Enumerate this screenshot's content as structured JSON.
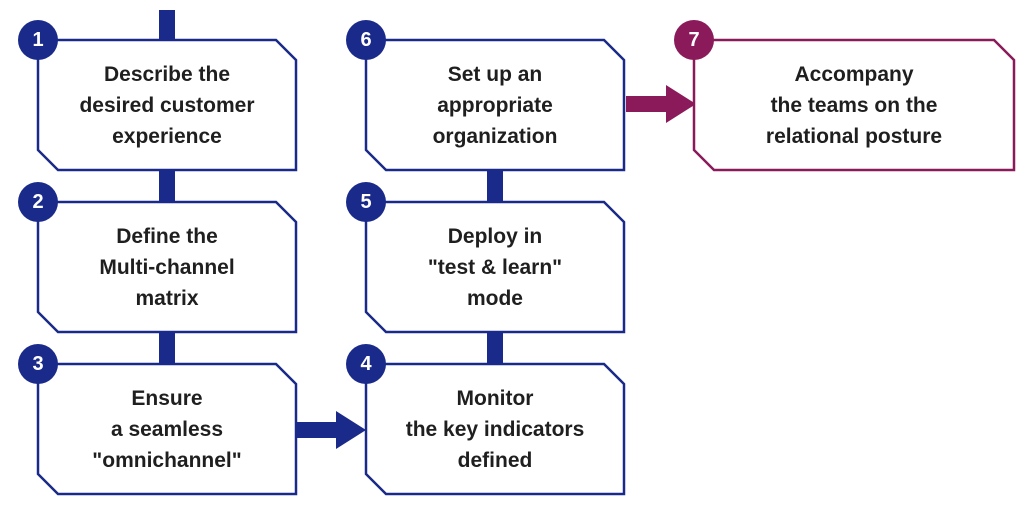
{
  "colors": {
    "primary": "#1a2a8a",
    "accent": "#8b1a5a",
    "text": "#1f1f1f"
  },
  "steps": [
    {
      "number": "1",
      "lines": [
        "Describe the",
        "desired customer",
        "experience"
      ]
    },
    {
      "number": "2",
      "lines": [
        "Define the",
        "Multi-channel",
        "matrix"
      ]
    },
    {
      "number": "3",
      "lines": [
        "Ensure",
        "a seamless",
        "\"omnichannel\""
      ]
    },
    {
      "number": "4",
      "lines": [
        "Monitor",
        "the key indicators",
        "defined"
      ]
    },
    {
      "number": "5",
      "lines": [
        "Deploy in",
        "\"test & learn\"",
        "mode"
      ]
    },
    {
      "number": "6",
      "lines": [
        "Set up an",
        "appropriate",
        "organization"
      ]
    },
    {
      "number": "7",
      "lines": [
        "Accompany",
        "the teams on the",
        "relational posture"
      ]
    }
  ]
}
